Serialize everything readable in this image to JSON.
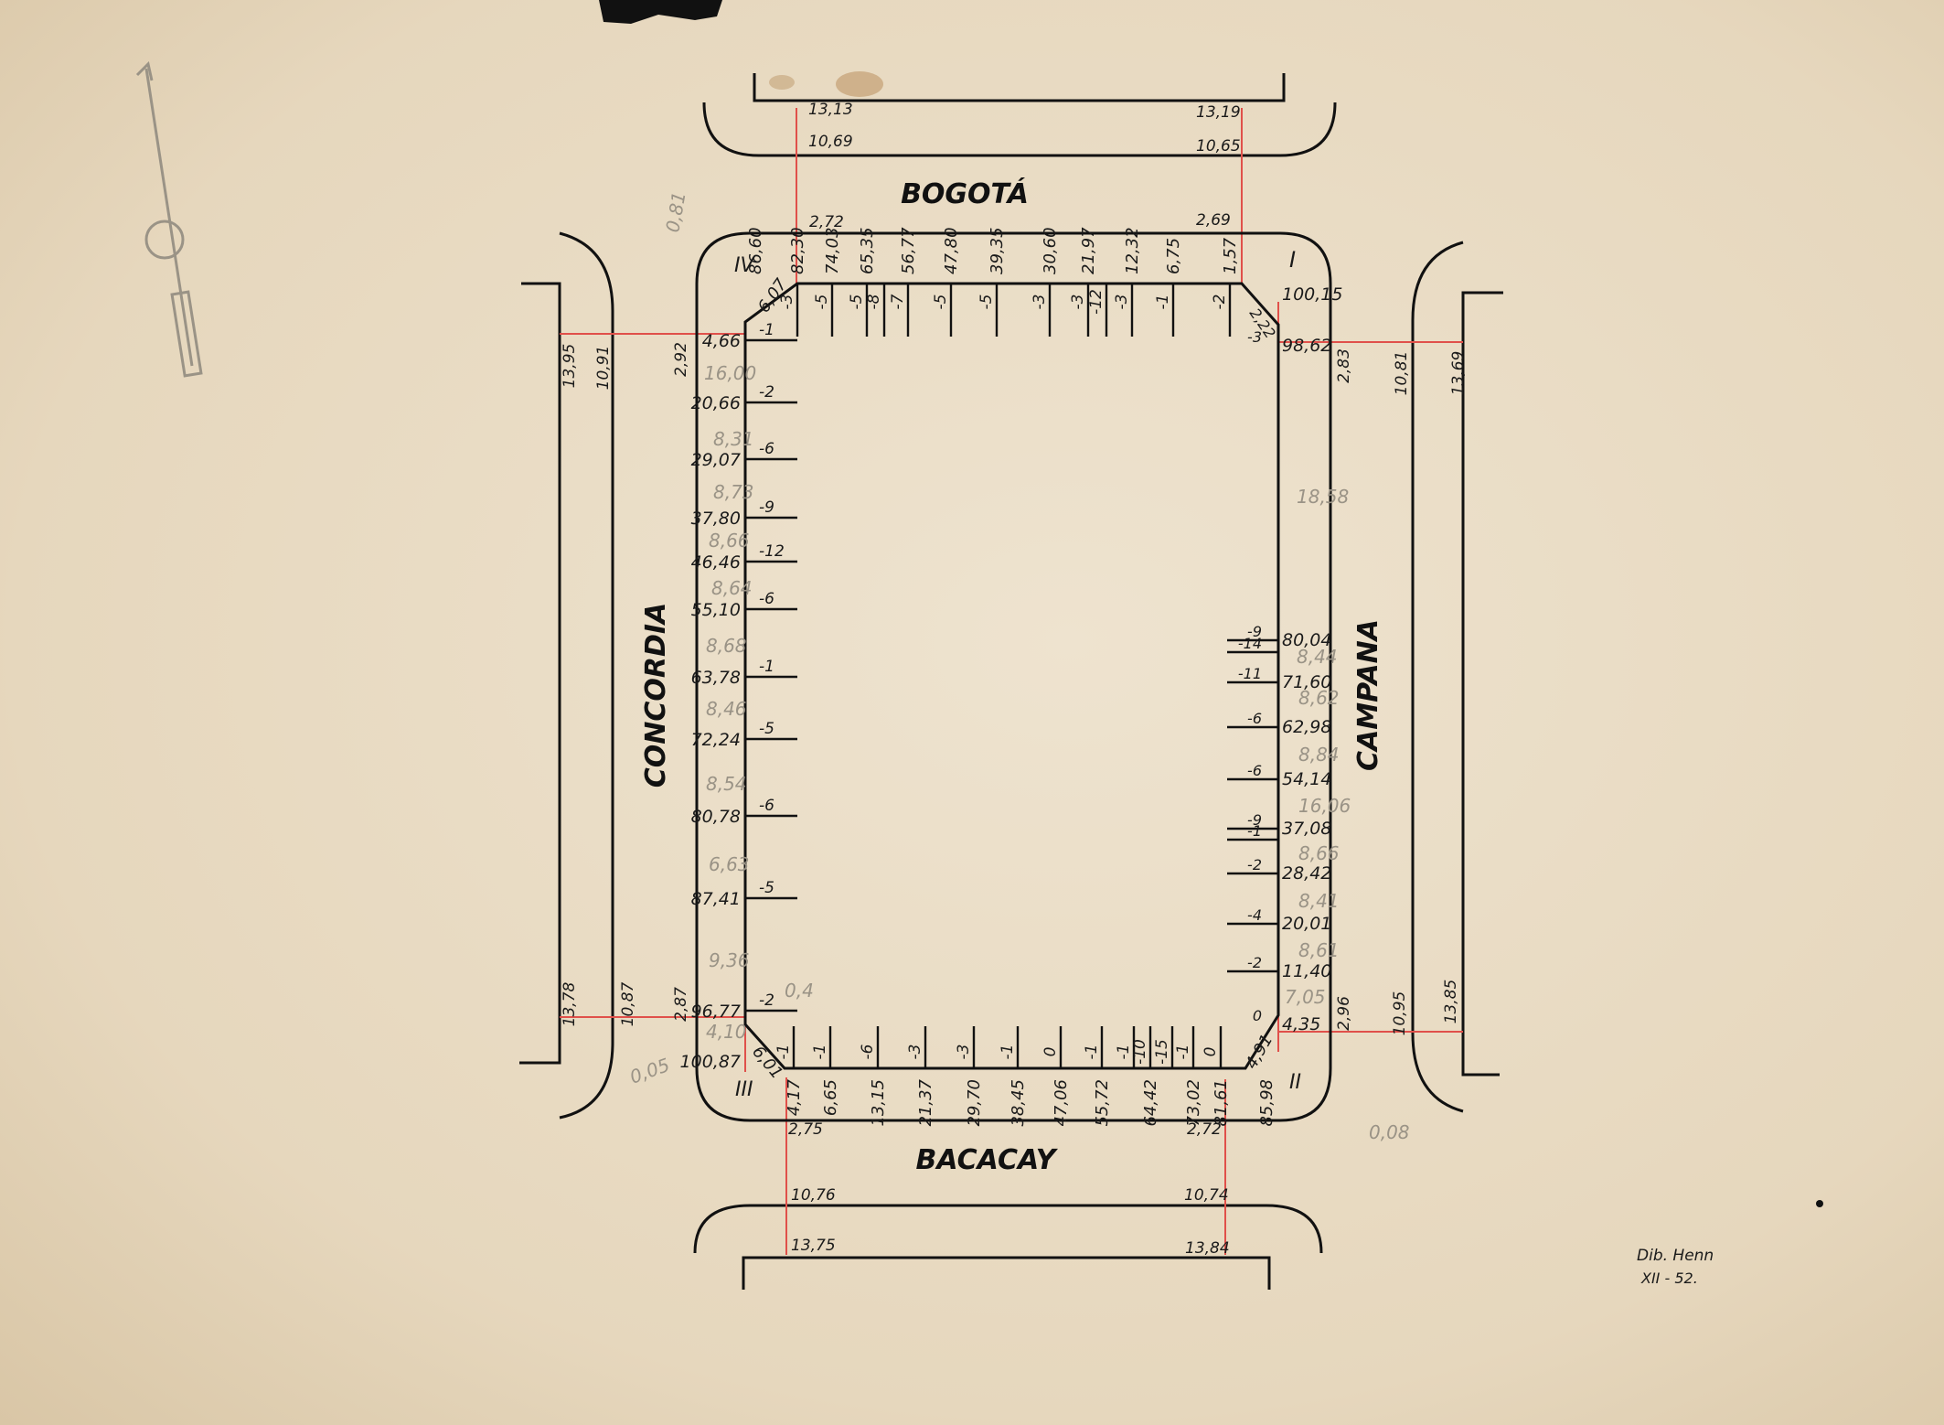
{
  "streets": {
    "north": "BOGOTÁ",
    "south": "BACACAY",
    "west": "CONCORDIA",
    "east": "CAMPANA"
  },
  "corners": {
    "nw": "IV",
    "ne": "I",
    "sw": "III",
    "se": "II"
  },
  "signature": {
    "name": "Dib. Henn",
    "date": "XII - 52."
  },
  "north_sidewalk_labels": [
    {
      "text": "13,13"
    },
    {
      "text": "10,69"
    },
    {
      "text": "13,19"
    },
    {
      "text": "10,65"
    },
    {
      "text": "2,72"
    },
    {
      "text": "2,69"
    }
  ],
  "south_sidewalk_labels": [
    {
      "text": "2,75"
    },
    {
      "text": "2,72"
    },
    {
      "text": "10,76"
    },
    {
      "text": "10,74"
    },
    {
      "text": "13,75"
    },
    {
      "text": "13,84"
    }
  ],
  "west_labels": [
    {
      "text": "13,95"
    },
    {
      "text": "10,91"
    },
    {
      "text": "2,92"
    },
    {
      "text": "13,78"
    },
    {
      "text": "10,87"
    },
    {
      "text": "2,87"
    }
  ],
  "east_labels": [
    {
      "text": "2,83"
    },
    {
      "text": "10,81"
    },
    {
      "text": "13,69"
    },
    {
      "text": "2,96"
    },
    {
      "text": "10,95"
    },
    {
      "text": "13,85"
    }
  ],
  "top_edge": [
    {
      "dist": "86,60",
      "elev": ""
    },
    {
      "dist": "82,30",
      "elev": "-3"
    },
    {
      "dist": "74,03",
      "elev": "-5"
    },
    {
      "dist": "65,35",
      "elev": "-5"
    },
    {
      "dist": "",
      "elev": "-8"
    },
    {
      "dist": "56,77",
      "elev": "-7"
    },
    {
      "dist": "47,80",
      "elev": "-5"
    },
    {
      "dist": "39,35",
      "elev": "-5"
    },
    {
      "dist": "30,60",
      "elev": "-3"
    },
    {
      "dist": "21,97",
      "elev": "-3"
    },
    {
      "dist": "",
      "elev": "-12"
    },
    {
      "dist": "12,32",
      "elev": "-3"
    },
    {
      "dist": "6,75",
      "elev": "-1"
    },
    {
      "dist": "1,57",
      "elev": "-2"
    }
  ],
  "bottom_edge": [
    {
      "dist": "4,17",
      "elev": "-1"
    },
    {
      "dist": "6,65",
      "elev": "-1"
    },
    {
      "dist": "13,15",
      "elev": "-6"
    },
    {
      "dist": "21,37",
      "elev": "-3"
    },
    {
      "dist": "29,70",
      "elev": "-3"
    },
    {
      "dist": "38,45",
      "elev": "-1"
    },
    {
      "dist": "47,06",
      "elev": "0"
    },
    {
      "dist": "55,72",
      "elev": "-1"
    },
    {
      "dist": "",
      "elev": "-1"
    },
    {
      "dist": "64,42",
      "elev": "-10"
    },
    {
      "dist": "",
      "elev": "-15"
    },
    {
      "dist": "73,02",
      "elev": "-1"
    },
    {
      "dist": "81,61",
      "elev": "0"
    },
    {
      "dist": "85,98",
      "elev": ""
    }
  ],
  "left_edge": [
    {
      "dist": "4,66",
      "elev": "-1"
    },
    {
      "dist": "20,66",
      "elev": "-2"
    },
    {
      "dist": "29,07",
      "elev": "-6"
    },
    {
      "dist": "37,80",
      "elev": "-9"
    },
    {
      "dist": "46,46",
      "elev": "-12"
    },
    {
      "dist": "55,10",
      "elev": "-6"
    },
    {
      "dist": "63,78",
      "elev": "-1"
    },
    {
      "dist": "72,24",
      "elev": "-5"
    },
    {
      "dist": "80,78",
      "elev": "-6"
    },
    {
      "dist": "87,41",
      "elev": "-5"
    },
    {
      "dist": "96,77",
      "elev": "-2"
    },
    {
      "dist": "100,87",
      "elev": ""
    }
  ],
  "right_edge": [
    {
      "dist": "100,15",
      "elev": ""
    },
    {
      "dist": "98,62",
      "elev": "-3"
    },
    {
      "dist": "80,04",
      "elev": "-9"
    },
    {
      "dist": "",
      "elev": "-14"
    },
    {
      "dist": "71,60",
      "elev": "-11"
    },
    {
      "dist": "62,98",
      "elev": "-6"
    },
    {
      "dist": "54,14",
      "elev": "-6"
    },
    {
      "dist": "37,08",
      "elev": "-9"
    },
    {
      "dist": "",
      "elev": "-1"
    },
    {
      "dist": "28,42",
      "elev": "-2"
    },
    {
      "dist": "20,01",
      "elev": "-4"
    },
    {
      "dist": "11,40",
      "elev": "-2"
    },
    {
      "dist": "4,35",
      "elev": "0"
    }
  ],
  "chamfers": {
    "nw": "6,07",
    "ne": "2,22",
    "sw": "6,01",
    "se": "4,91"
  },
  "pencil_notes": [
    {
      "text": "16,00"
    },
    {
      "text": "8,31"
    },
    {
      "text": "8,73"
    },
    {
      "text": "8,66"
    },
    {
      "text": "8,64"
    },
    {
      "text": "8,68"
    },
    {
      "text": "8,46"
    },
    {
      "text": "8,54"
    },
    {
      "text": "6,63"
    },
    {
      "text": "9,36"
    },
    {
      "text": "4,10"
    },
    {
      "text": "18,58"
    },
    {
      "text": "8,44"
    },
    {
      "text": "8,62"
    },
    {
      "text": "8,84"
    },
    {
      "text": "16,06"
    },
    {
      "text": "8,66"
    },
    {
      "text": "8,41"
    },
    {
      "text": "8,61"
    },
    {
      "text": "7,05"
    },
    {
      "text": "0,08"
    },
    {
      "text": "0,05"
    },
    {
      "text": "0,81"
    },
    {
      "text": "0,4"
    }
  ]
}
